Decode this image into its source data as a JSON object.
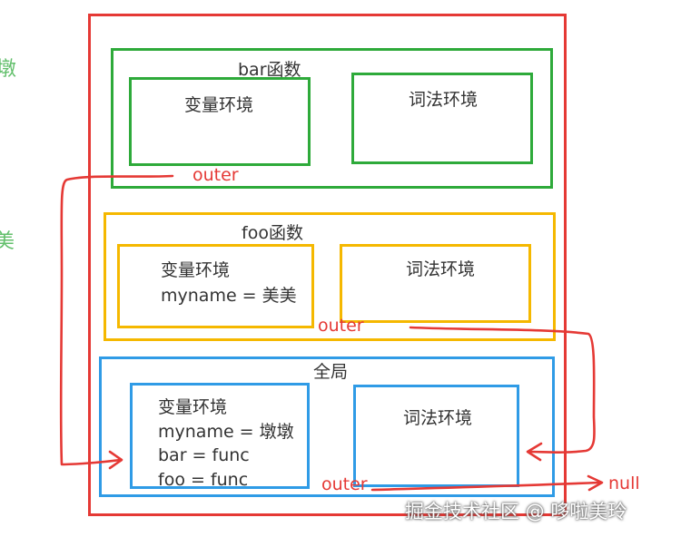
{
  "edge_chars": [
    "墩",
    "美"
  ],
  "bar_scope": {
    "title": "bar函数",
    "variable_env": {
      "title": "变量环境",
      "lines": []
    },
    "lexical_env": {
      "title": "词法环境"
    },
    "outer_label": "outer"
  },
  "foo_scope": {
    "title": "foo函数",
    "variable_env": {
      "title": "变量环境",
      "lines": [
        "myname = 美美"
      ]
    },
    "lexical_env": {
      "title": "词法环境"
    },
    "outer_label": "outer"
  },
  "global_scope": {
    "title": "全局",
    "variable_env": {
      "title": "变量环境",
      "lines": [
        "myname = 墩墩",
        "bar = func",
        "foo = func"
      ]
    },
    "lexical_env": {
      "title": "词法环境"
    },
    "outer_label": "outer"
  },
  "null_label": "null",
  "watermark": "掘金技术社区 @ 哆啦美玲",
  "colors": {
    "red": "#e53935",
    "green": "#2eaa3a",
    "yellow": "#f5b800",
    "blue": "#2f9be6"
  }
}
